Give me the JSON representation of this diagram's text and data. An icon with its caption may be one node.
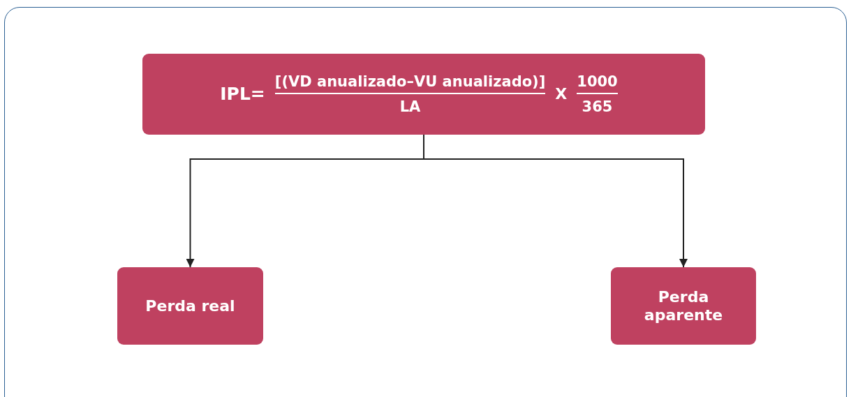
{
  "diagram": {
    "nodes": [
      {
        "text": [
          "IPL=",
          "[(VD anualizado–VU anualizado)]",
          "LA",
          "X",
          "1000",
          "365"
        ]
      },
      {
        "text": [
          "Perda real"
        ]
      },
      {
        "text": [
          "Perda aparente"
        ]
      }
    ],
    "edges": [
      {
        "from": 0,
        "to": 1,
        "arrow": "to"
      },
      {
        "from": 0,
        "to": 2,
        "arrow": "to"
      }
    ]
  }
}
